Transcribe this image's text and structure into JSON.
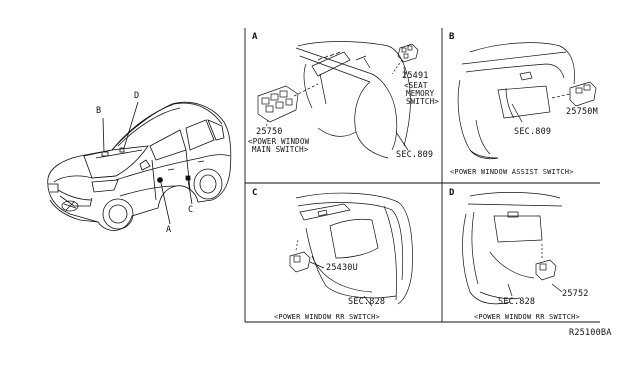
{
  "overview": {
    "callouts": [
      "A",
      "B",
      "C",
      "D"
    ]
  },
  "panel_a": {
    "letter": "A",
    "part_main": "25750",
    "part_main_name_l1": "<POWER WINDOW",
    "part_main_name_l2": "MAIN SWITCH>",
    "part_memory": "25491",
    "part_memory_name_l1": "<SEAT",
    "part_memory_name_l2": "MEMORY",
    "part_memory_name_l3": "SWITCH>",
    "section": "SEC.809"
  },
  "panel_b": {
    "letter": "B",
    "part": "25750M",
    "section": "SEC.809",
    "caption": "<POWER WINDOW ASSIST SWITCH>"
  },
  "panel_c": {
    "letter": "C",
    "part": "25430U",
    "section": "SEC.828",
    "caption": "<POWER WINDOW RR SWITCH>"
  },
  "panel_d": {
    "letter": "D",
    "part": "25752",
    "section": "SEC.828",
    "caption": "<POWER WINDOW RR SWITCH>"
  },
  "diagram_code": "R25100BA"
}
